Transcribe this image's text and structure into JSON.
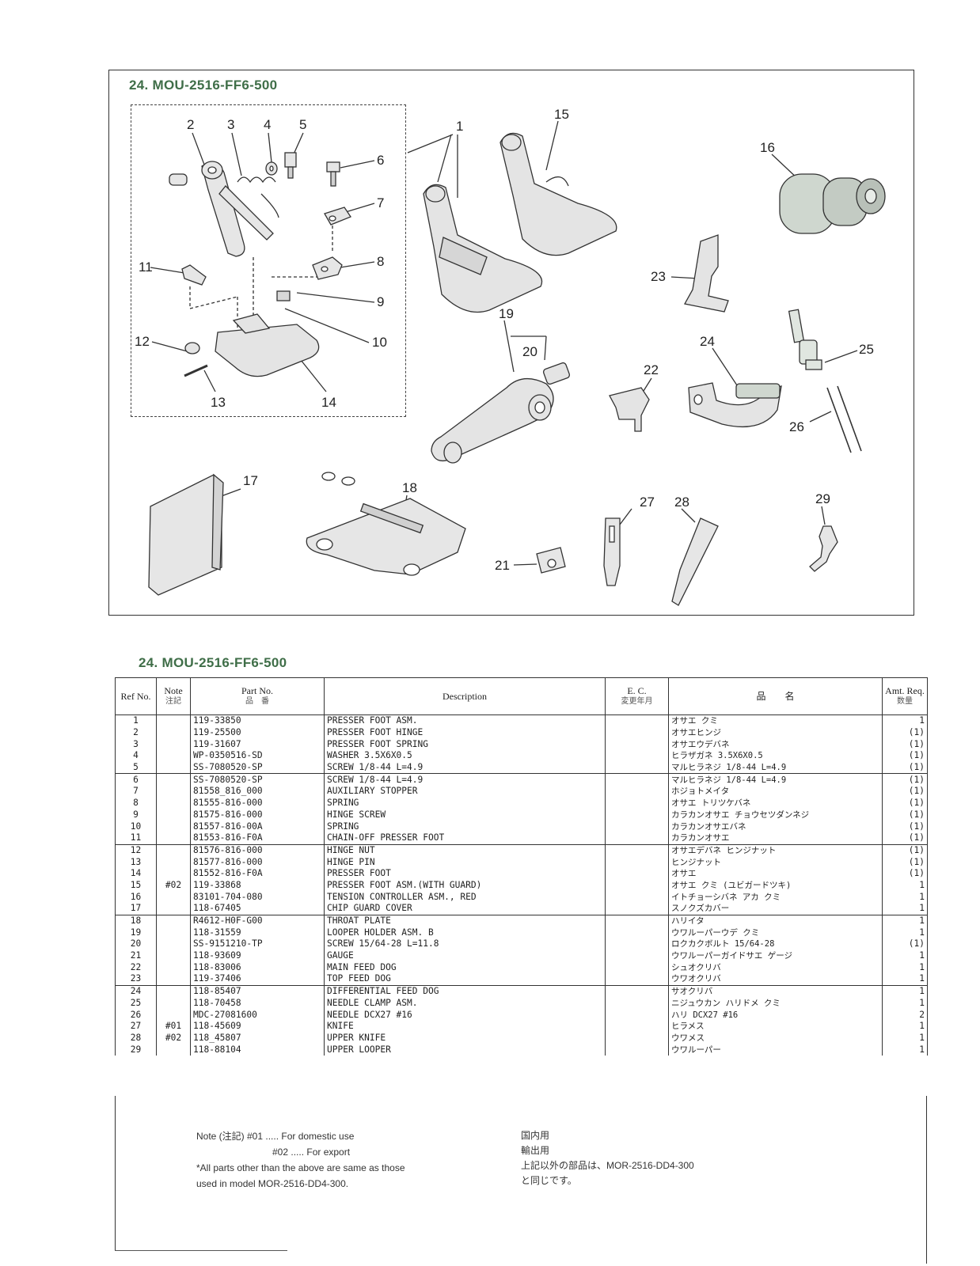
{
  "diagram": {
    "title": "24.  MOU-2516-FF6-500",
    "callouts": [
      "1",
      "2",
      "3",
      "4",
      "5",
      "6",
      "7",
      "8",
      "9",
      "10",
      "11",
      "12",
      "13",
      "14",
      "15",
      "16",
      "17",
      "18",
      "19",
      "20",
      "21",
      "22",
      "23",
      "24",
      "25",
      "26",
      "27",
      "28",
      "29"
    ]
  },
  "table": {
    "title": "24.  MOU-2516-FF6-500",
    "headers": {
      "ref": "Ref No.",
      "note": "Note",
      "note_jp": "注記",
      "part_no": "Part No.",
      "part_no_jp": "品　番",
      "description": "Description",
      "ec": "E. C.",
      "ec_jp": "変更年月",
      "jp_name": "品　　名",
      "amt": "Amt. Req.",
      "amt_jp": "数量"
    },
    "rows": [
      {
        "ref": "1",
        "note": "",
        "part": "119-33850",
        "desc": "PRESSER FOOT ASM.",
        "jp": "オサエ クミ",
        "amt": "1"
      },
      {
        "ref": "2",
        "note": "",
        "part": "119-25500",
        "desc": "PRESSER FOOT HINGE",
        "jp": "オサエヒンジ",
        "amt": "(1)"
      },
      {
        "ref": "3",
        "note": "",
        "part": "119-31607",
        "desc": "PRESSER FOOT SPRING",
        "jp": "オサエウデバネ",
        "amt": "(1)"
      },
      {
        "ref": "4",
        "note": "",
        "part": "WP-0350516-SD",
        "desc": "WASHER 3.5X6X0.5",
        "jp": "ヒラザガネ 3.5X6X0.5",
        "amt": "(1)"
      },
      {
        "ref": "5",
        "note": "",
        "part": "SS-7080520-SP",
        "desc": "SCREW 1/8-44 L=4.9",
        "jp": "マルヒラネジ 1/8-44 L=4.9",
        "amt": "(1)"
      },
      {
        "ref": "6",
        "note": "",
        "part": "SS-7080520-SP",
        "desc": "SCREW 1/8-44 L=4.9",
        "jp": "マルヒラネジ 1/8-44 L=4.9",
        "amt": "(1)"
      },
      {
        "ref": "7",
        "note": "",
        "part": "81558_816_000",
        "desc": "AUXILIARY STOPPER",
        "jp": "ホジョトメイタ",
        "amt": "(1)"
      },
      {
        "ref": "8",
        "note": "",
        "part": "81555-816-000",
        "desc": "SPRING",
        "jp": "オサエ トリツケバネ",
        "amt": "(1)"
      },
      {
        "ref": "9",
        "note": "",
        "part": "81575-816-000",
        "desc": "HINGE SCREW",
        "jp": "カラカンオサエ チョウセツダンネジ",
        "amt": "(1)"
      },
      {
        "ref": "10",
        "note": "",
        "part": "81557-816-00A",
        "desc": "SPRING",
        "jp": "カラカンオサエバネ",
        "amt": "(1)"
      },
      {
        "ref": "11",
        "note": "",
        "part": "81553-816-F0A",
        "desc": "CHAIN-OFF PRESSER FOOT",
        "jp": "カラカンオサエ",
        "amt": "(1)"
      },
      {
        "ref": "12",
        "note": "",
        "part": "81576-816-000",
        "desc": "HINGE NUT",
        "jp": "オサエデバネ ヒンジナット",
        "amt": "(1)"
      },
      {
        "ref": "13",
        "note": "",
        "part": "81577-816-000",
        "desc": "HINGE PIN",
        "jp": "ヒンジナット",
        "amt": "(1)"
      },
      {
        "ref": "14",
        "note": "",
        "part": "81552-816-F0A",
        "desc": "PRESSER FOOT",
        "jp": "オサエ",
        "amt": "(1)"
      },
      {
        "ref": "15",
        "note": "#02",
        "part": "119-33868",
        "desc": "PRESSER FOOT ASM.(WITH GUARD)",
        "jp": "オサエ クミ (ユビガードツキ)",
        "amt": "1"
      },
      {
        "ref": "16",
        "note": "",
        "part": "83101-704-080",
        "desc": "TENSION CONTROLLER ASM., RED",
        "jp": "イトチョーシバネ アカ クミ",
        "amt": "1"
      },
      {
        "ref": "17",
        "note": "",
        "part": "118-67405",
        "desc": "CHIP GUARD COVER",
        "jp": "スノクズカバー",
        "amt": "1"
      },
      {
        "ref": "18",
        "note": "",
        "part": "R4612-H0F-G00",
        "desc": "THROAT PLATE",
        "jp": "ハリイタ",
        "amt": "1"
      },
      {
        "ref": "19",
        "note": "",
        "part": "118-31559",
        "desc": "LOOPER HOLDER ASM. B",
        "jp": "ウワルーパーウデ クミ",
        "amt": "1"
      },
      {
        "ref": "20",
        "note": "",
        "part": "SS-9151210-TP",
        "desc": "SCREW 15/64-28 L=11.8",
        "jp": "ロクカクボルト 15/64-28",
        "amt": "(1)"
      },
      {
        "ref": "21",
        "note": "",
        "part": "118-93609",
        "desc": "GAUGE",
        "jp": "ウワルーパーガイドサエ ゲージ",
        "amt": "1"
      },
      {
        "ref": "22",
        "note": "",
        "part": "118-83006",
        "desc": "MAIN FEED DOG",
        "jp": "シュオクリバ",
        "amt": "1"
      },
      {
        "ref": "23",
        "note": "",
        "part": "119-37406",
        "desc": "TOP FEED DOG",
        "jp": "ウワオクリバ",
        "amt": "1"
      },
      {
        "ref": "24",
        "note": "",
        "part": "118-85407",
        "desc": "DIFFERENTIAL FEED DOG",
        "jp": "サオクリバ",
        "amt": "1"
      },
      {
        "ref": "25",
        "note": "",
        "part": "118-70458",
        "desc": "NEEDLE CLAMP ASM.",
        "jp": "ニジュウカン ハリドメ クミ",
        "amt": "1"
      },
      {
        "ref": "26",
        "note": "",
        "part": "MDC-27081600",
        "desc": "NEEDLE DCX27 #16",
        "jp": "ハリ DCX27 #16",
        "amt": "2"
      },
      {
        "ref": "27",
        "note": "#01",
        "part": "118-45609",
        "desc": "KNIFE",
        "jp": "ヒラメス",
        "amt": "1"
      },
      {
        "ref": "28",
        "note": "#02",
        "part": "118_45807",
        "desc": "UPPER KNIFE",
        "jp": "ウワメス",
        "amt": "1"
      },
      {
        "ref": "29",
        "note": "",
        "part": "118-88104",
        "desc": "UPPER LOOPER",
        "jp": "ウワルーパー",
        "amt": "1"
      }
    ]
  },
  "notes": {
    "line1": "Note (注記) #01 ..... For domestic use",
    "line2": "#02 ..... For export",
    "line3": "*All parts other than the above are same as those",
    "line4": "used in model MOR-2516-DD4-300.",
    "jp1": "国内用",
    "jp2": "輸出用",
    "jp3": "上記以外の部品は、MOR-2516-DD4-300",
    "jp4": "と同じです。"
  }
}
